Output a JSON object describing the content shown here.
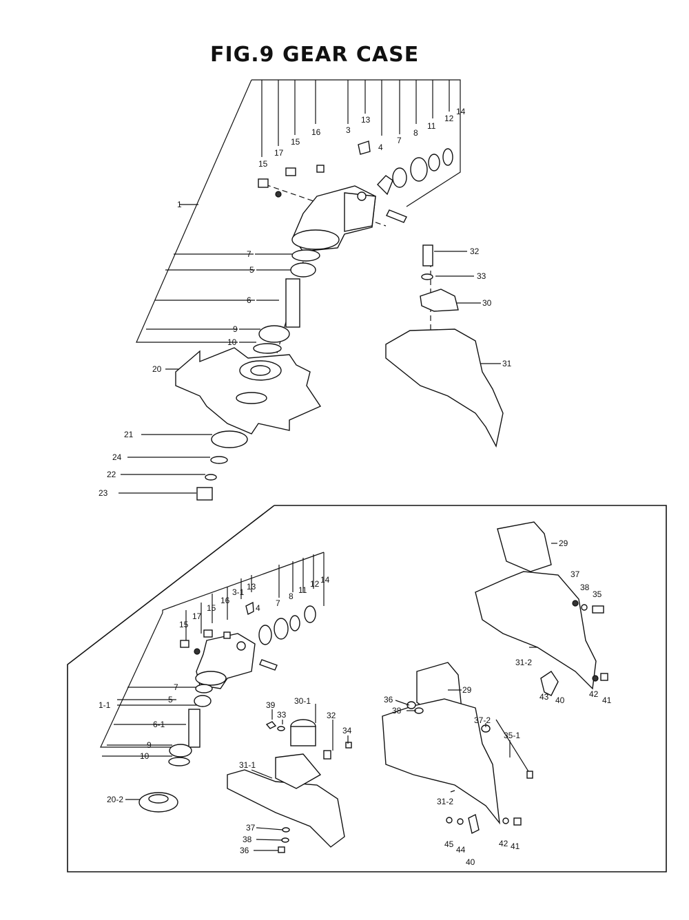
{
  "title": "FIG.9   GEAR CASE",
  "upper_labels": {
    "l1": "1",
    "l7a": "7",
    "l5": "5",
    "l6": "6",
    "l9": "9",
    "l10": "10",
    "l15a": "15",
    "l17": "17",
    "l15b": "15",
    "l16": "16",
    "l3": "3",
    "l13": "13",
    "l4": "4",
    "l7b": "7",
    "l8": "8",
    "l11": "11",
    "l12": "12",
    "l14": "14",
    "l20": "20",
    "l21": "21",
    "l24": "24",
    "l22": "22",
    "l23": "23",
    "l32": "32",
    "l33": "33",
    "l30": "30",
    "l31": "31"
  },
  "lower_labels": {
    "l15a": "15",
    "l17": "17",
    "l15b": "15",
    "l16": "16",
    "l3_1": "3-1",
    "l13": "13",
    "l4": "4",
    "l7b": "7",
    "l8": "8",
    "l11": "11",
    "l12": "12",
    "l14": "14",
    "l7a": "7",
    "l1_1": "1-1",
    "l5": "5",
    "l6_1": "6-1",
    "l9": "9",
    "l10": "10",
    "l20_2": "20-2",
    "l39": "39",
    "l33": "33",
    "l30_1": "30-1",
    "l32": "32",
    "l34": "34",
    "l31_1": "31-1",
    "l37a": "37",
    "l38a": "38",
    "l36a": "36",
    "l29a": "29",
    "l37b": "37",
    "l38b": "38",
    "l35": "35",
    "l31_2a": "31-2",
    "l42a": "42",
    "l41a": "41",
    "l43": "43",
    "l40a": "40",
    "l36b": "36",
    "l38c": "38",
    "l29b": "29",
    "l37_2": "37-2",
    "l35_1": "35-1",
    "l31_2b": "31-2",
    "l45": "45",
    "l44": "44",
    "l40b": "40",
    "l42b": "42",
    "l41b": "41"
  }
}
